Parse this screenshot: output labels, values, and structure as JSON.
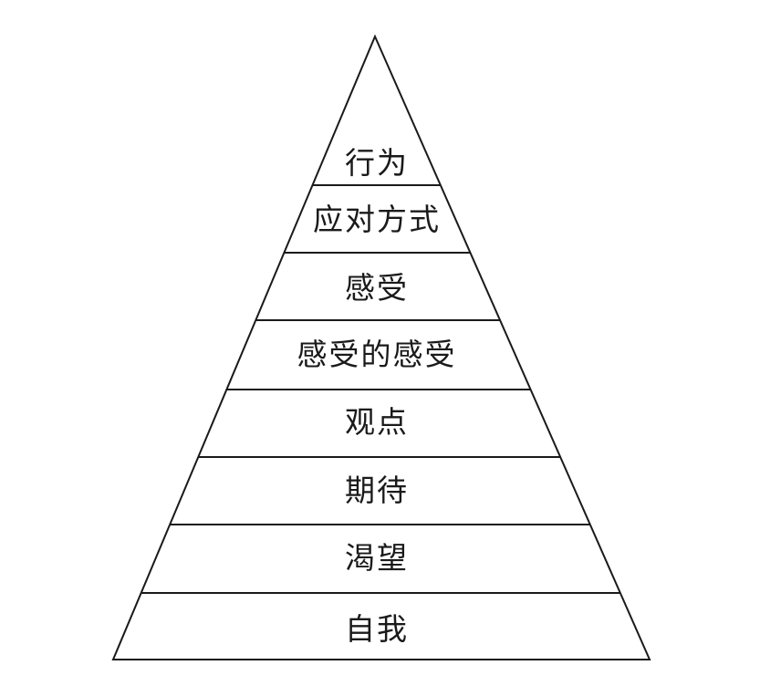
{
  "diagram": {
    "type": "pyramid",
    "layers_top_to_bottom": [
      "行为",
      "应对方式",
      "感受",
      "感受的感受",
      "观点",
      "期待",
      "渴望",
      "自我"
    ]
  }
}
